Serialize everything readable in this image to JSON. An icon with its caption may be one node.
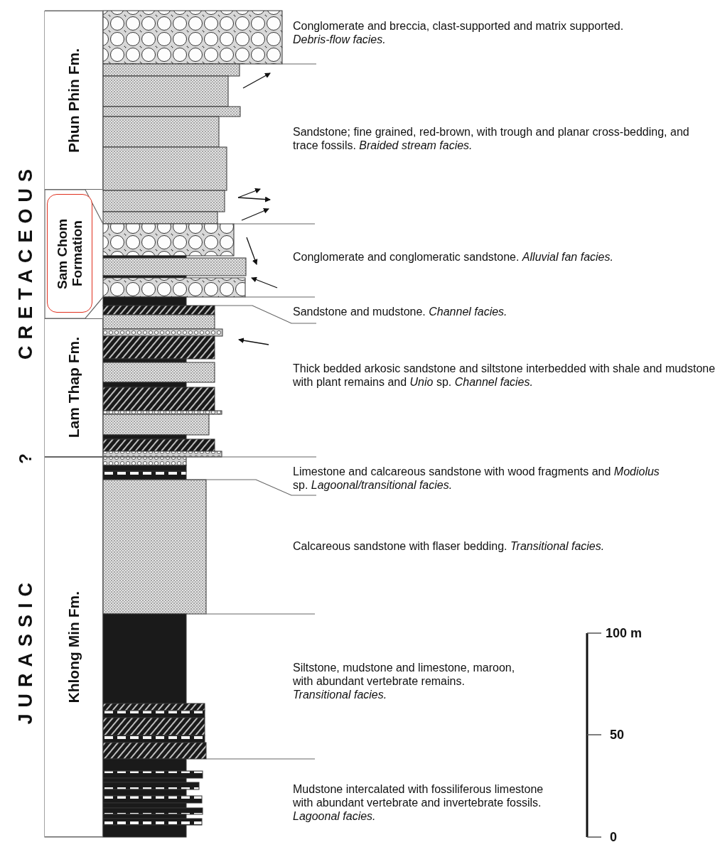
{
  "diagram": {
    "nodes": [
      {
        "text": [
          "Phun Phin Fm."
        ]
      },
      {
        "text": [
          "Sam Chom Formation"
        ]
      },
      {
        "text": [
          "Lam Thap Fm."
        ]
      },
      {
        "text": [
          "Khlong Min Fm."
        ]
      }
    ],
    "labels": [
      "CRETACEOUS",
      "?",
      "JURASSIC",
      "Conglomerate and breccia, clast-supported and matrix supported. *Debris-flow facies.*",
      "Sandstone; fine grained, red-brown, with trough and planar cross-bedding, and trace fossils. *Braided stream facies.*",
      "Conglomerate and conglomeratic sandstone. *Alluvial fan facies.*",
      "Sandstone and mudstone. *Channel facies.*",
      "Thick bedded arkosic sandstone and siltstone interbedded with shale and mudstone with plant remains and *Unio* sp. *Channel facies.*",
      "Limestone and calcareous sandstone with wood fragments and *Modiolus* sp. *Lagoonal/transitional facies.*",
      "Calcareous sandstone with flaser bedding. *Transitional facies.*",
      "Siltstone, mudstone and limestone, maroon, with abundant vertebrate remains. *Transitional facies.*",
      "Mudstone intercalated with fossiliferous limestone with abundant vertebrate and invertebrate fossils. *Lagoonal facies.*",
      "100 m",
      "50",
      "0"
    ]
  }
}
